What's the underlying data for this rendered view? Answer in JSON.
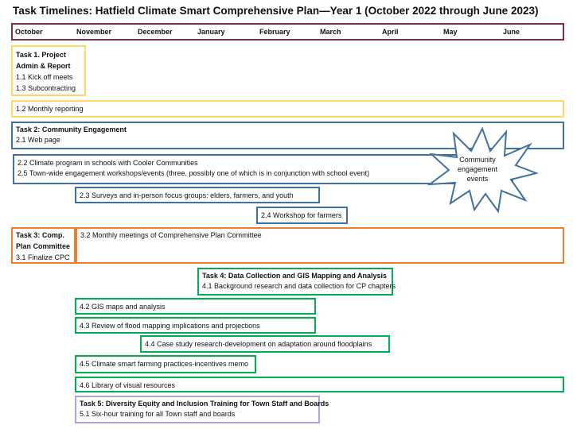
{
  "title": "Task Timelines: Hatfield Climate Smart Comprehensive Plan—Year 1 (October 2022 through June 2023)",
  "months": [
    "October",
    "November",
    "December",
    "January",
    "February",
    "March",
    "April",
    "May",
    "June"
  ],
  "task1": {
    "heading_1": "Task 1. Project",
    "heading_2": "Admin & Report",
    "items": [
      "1.1 Kick off meets",
      "1.3 Subcontracting"
    ],
    "monthly": "1.2 Monthly reporting"
  },
  "task2": {
    "heading": "Task 2: Community Engagement",
    "web": "2.1 Web page",
    "schools": "2.2 Climate program in schools with Cooler Communities",
    "workshops": "2.5 Town-wide engagement workshops/events  (three, possibly one of which is in conjunction with school event)",
    "surveys": "2.3 Surveys and in-person focus groups: elders, farmers, and youth",
    "farmers": "2.4 Workshop for farmers",
    "star": [
      "Community",
      "engagement",
      "events"
    ]
  },
  "task3": {
    "heading_1": "Task 3: Comp.",
    "heading_2": "Plan Committee",
    "finalize": "3.1 Finalize CPC",
    "meetings": "3.2 Monthly meetings of Comprehensive Plan Committee"
  },
  "task4": {
    "heading": "Task 4: Data Collection and GIS Mapping and Analysis",
    "background": "4.1 Background research and data collection for CP chapters",
    "gis": "4.2 GIS maps and analysis",
    "flood": "4.3 Review of flood mapping implications and projections",
    "case": "4.4 Case study research-development on adaptation around floodplains",
    "farming": "4.5 Climate smart farming practices-incentives  memo",
    "library": "4.6 Library of visual resources"
  },
  "task5": {
    "heading": "Task 5: Diversity Equity and Inclusion Training for Town Staff and Boards",
    "training": "5.1 Six-hour training for all Town staff and boards"
  }
}
